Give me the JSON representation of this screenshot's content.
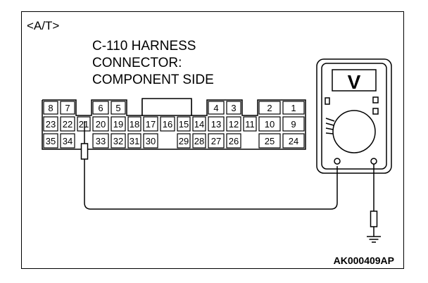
{
  "labels": {
    "at": "<A/T>",
    "title_lines": [
      "C-110 HARNESS",
      "CONNECTOR:",
      "COMPONENT SIDE"
    ],
    "figure_id": "AK000409AP"
  },
  "connector": {
    "row1": [
      "8",
      "7",
      "6",
      "5",
      "4",
      "3",
      "2",
      "1"
    ],
    "row2": [
      "23",
      "22",
      "21",
      "20",
      "19",
      "18",
      "17",
      "16",
      "15",
      "14",
      "13",
      "12",
      "11",
      "10",
      "9"
    ],
    "row3": [
      "35",
      "34",
      "33",
      "32",
      "31",
      "30",
      "29",
      "28",
      "27",
      "26",
      "25",
      "24"
    ],
    "probed_terminal": "21"
  },
  "meter": {
    "unit_symbol": "V"
  }
}
